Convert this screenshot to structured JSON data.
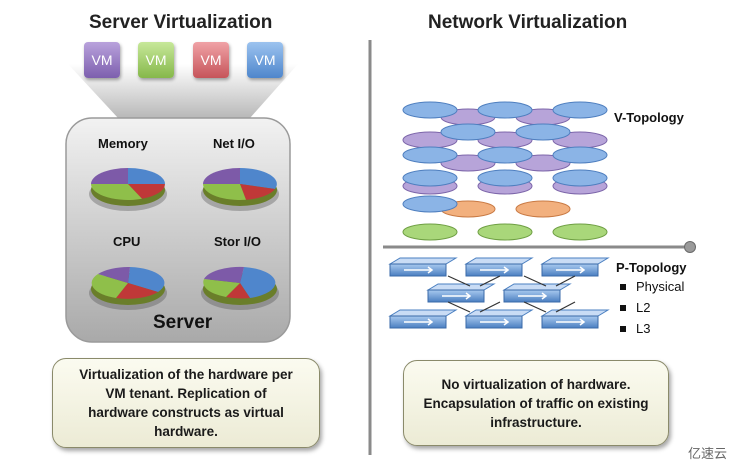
{
  "server": {
    "title": "Server Virtualization",
    "vms": [
      "VM",
      "VM",
      "VM",
      "VM"
    ],
    "resources": [
      "Memory",
      "Net I/O",
      "CPU",
      "Stor I/O"
    ],
    "box_label": "Server",
    "desc_lines": [
      "Virtualization of the hardware per",
      "VM tenant.  Replication of",
      "hardware constructs as virtual",
      "hardware."
    ]
  },
  "network": {
    "title": "Network Virtualization",
    "v_topology": "V-Topology",
    "p_topology": "P-Topology",
    "p_items": [
      "Physical",
      "L2",
      "L3"
    ],
    "desc_lines": [
      "No virtualization of hardware.",
      "Encapsulation of traffic on existing",
      "infrastructure."
    ]
  },
  "watermark": "亿速云",
  "colors": {
    "vm_purple": "#9b7fc4",
    "vm_green": "#a8d468",
    "vm_red": "#e07a80",
    "vm_blue": "#6fa4e0"
  }
}
